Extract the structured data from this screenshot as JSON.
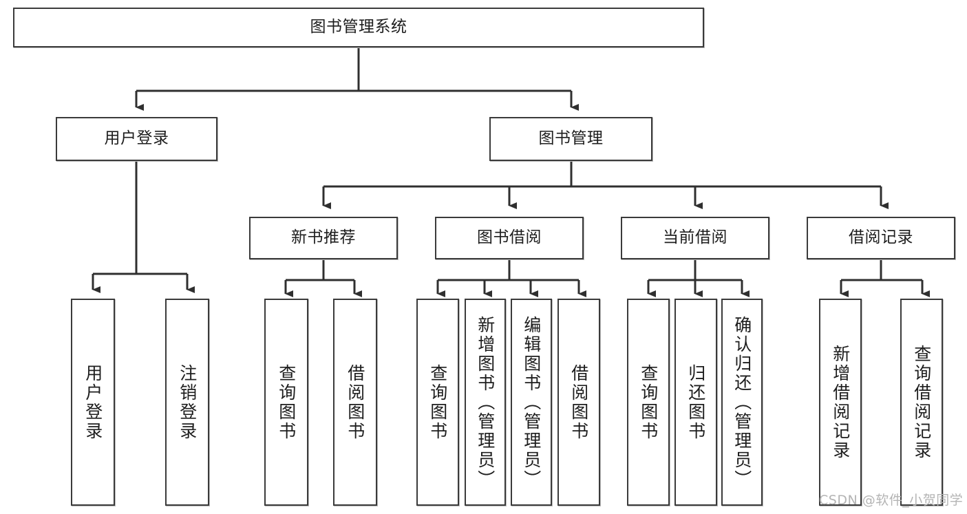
{
  "diagram": {
    "title": "图书管理系统",
    "type": "tree-hierarchy",
    "line_color": "#3a3a3a",
    "box_fill": "#ffffff",
    "text_color": "#1d1d1d",
    "root": {
      "id": "root",
      "label": "图书管理系统",
      "orientation": "horizontal"
    },
    "level2": [
      {
        "id": "user-login",
        "label": "用户登录",
        "orientation": "horizontal"
      },
      {
        "id": "book-manage",
        "label": "图书管理",
        "orientation": "horizontal"
      }
    ],
    "level3": [
      {
        "id": "new-book-rec",
        "label": "新书推荐",
        "orientation": "horizontal"
      },
      {
        "id": "book-borrow",
        "label": "图书借阅",
        "orientation": "horizontal"
      },
      {
        "id": "current-borrow",
        "label": "当前借阅",
        "orientation": "horizontal"
      },
      {
        "id": "borrow-record",
        "label": "借阅记录",
        "orientation": "horizontal"
      }
    ],
    "leaves": {
      "user_login": [
        {
          "id": "leaf-user-login",
          "label": "用户登录",
          "orientation": "vertical"
        },
        {
          "id": "leaf-user-logout",
          "label": "注销登录",
          "orientation": "vertical"
        }
      ],
      "new_book_rec": [
        {
          "id": "leaf-query-book-1",
          "label": "查询图书",
          "orientation": "vertical"
        },
        {
          "id": "leaf-borrow-book-1",
          "label": "借阅图书",
          "orientation": "vertical"
        }
      ],
      "book_borrow": [
        {
          "id": "leaf-query-book-2",
          "label": "查询图书",
          "orientation": "vertical"
        },
        {
          "id": "leaf-add-book",
          "label": "新增图书（管理员）",
          "orientation": "vertical"
        },
        {
          "id": "leaf-edit-book",
          "label": "编辑图书（管理员）",
          "orientation": "vertical"
        },
        {
          "id": "leaf-borrow-book-2",
          "label": "借阅图书",
          "orientation": "vertical"
        }
      ],
      "current_borrow": [
        {
          "id": "leaf-query-book-3",
          "label": "查询图书",
          "orientation": "vertical"
        },
        {
          "id": "leaf-return-book",
          "label": "归还图书",
          "orientation": "vertical"
        },
        {
          "id": "leaf-confirm-return",
          "label": "确认归还（管理员）",
          "orientation": "vertical"
        }
      ],
      "borrow_record": [
        {
          "id": "leaf-add-record",
          "label": "新增借阅记录",
          "orientation": "vertical"
        },
        {
          "id": "leaf-query-record",
          "label": "查询借阅记录",
          "orientation": "vertical"
        }
      ]
    }
  },
  "watermark": {
    "text": "CSDN @软件_小贺同学"
  }
}
